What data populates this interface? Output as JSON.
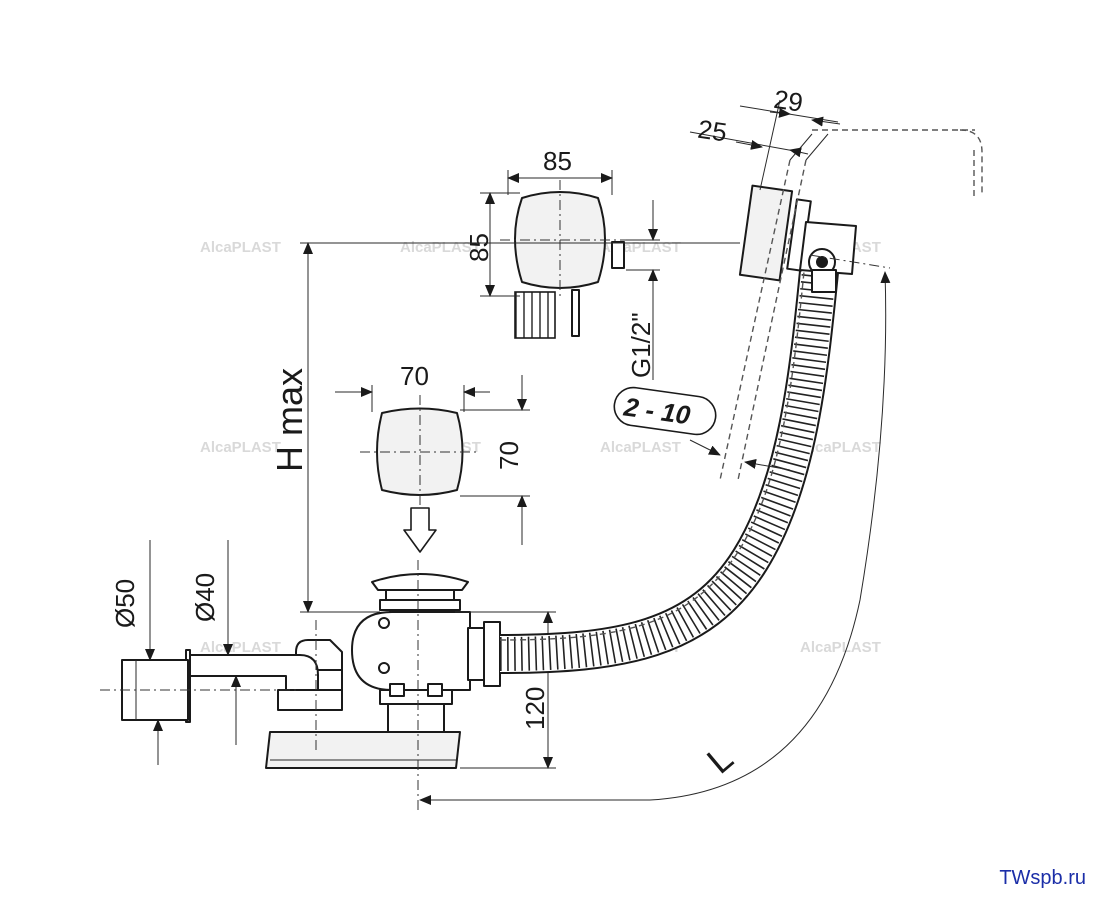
{
  "dimensions": {
    "w29": "29",
    "w25": "25",
    "w85_top": "85",
    "h85": "85",
    "thread": "G1/2\"",
    "w70": "70",
    "h70": "70",
    "hmax": "H max",
    "range": "2 - 10",
    "d50": "Ø50",
    "d40": "Ø40",
    "h120": "120",
    "length": "L"
  },
  "watermark": "AlcaPLAST",
  "site": "TWspb.ru",
  "colors": {
    "line": "#1a1a1a",
    "site_link": "#1b2ea8",
    "watermark": "#d9d9d9"
  }
}
